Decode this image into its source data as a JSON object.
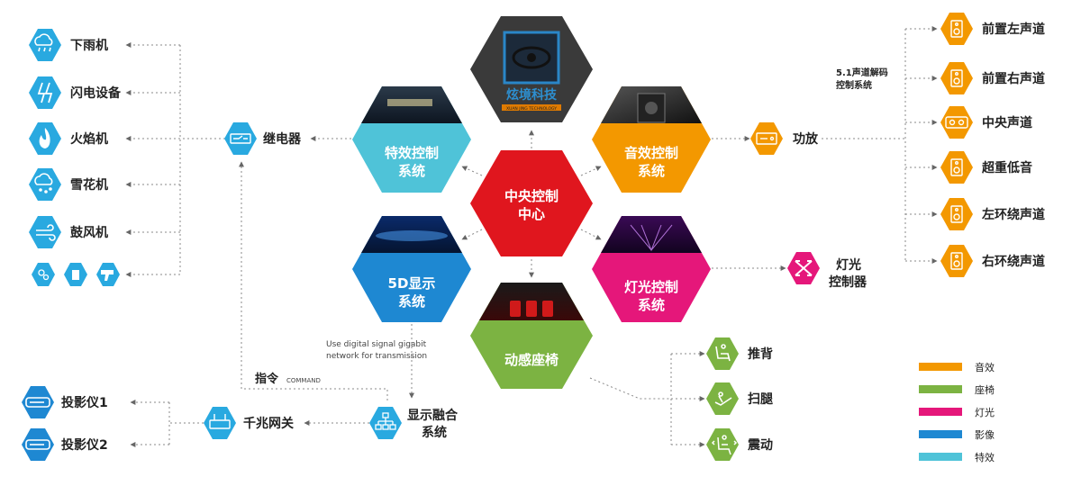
{
  "colors": {
    "audio": "#F39800",
    "seat": "#7CB342",
    "light": "#E5177A",
    "video": "#1E88D2",
    "effect": "#4FC3D8",
    "center": "#E0161E",
    "logo_bg": "#3A3A3A"
  },
  "hexes": {
    "logo": {
      "name": "炫境科技",
      "sub": "XUAN JING TECHNOLOGY"
    },
    "center": {
      "line1": "中央控制",
      "line2": "中心"
    },
    "effect": {
      "line1": "特效控制",
      "line2": "系统"
    },
    "audio": {
      "line1": "音效控制",
      "line2": "系统"
    },
    "display": {
      "line1": "5D显示",
      "line2": "系统"
    },
    "light": {
      "line1": "灯光控制",
      "line2": "系统"
    },
    "seat": {
      "line1": "动感座椅"
    }
  },
  "effects": {
    "items": [
      {
        "label": "下雨机",
        "icon": "rain-cloud-icon"
      },
      {
        "label": "闪电设备",
        "icon": "lightning-icon"
      },
      {
        "label": "火焰机",
        "icon": "flame-icon"
      },
      {
        "label": "雪花机",
        "icon": "snow-cloud-icon"
      },
      {
        "label": "鼓风机",
        "icon": "wind-icon"
      }
    ],
    "extra_icons": [
      "bubble-icon",
      "smoke-icon",
      "spray-gun-icon"
    ],
    "relay": {
      "label": "继电器",
      "icon": "relay-icon"
    }
  },
  "audio": {
    "amp": {
      "label": "功放",
      "icon": "amplifier-icon"
    },
    "decoder_label_line1": "5.1声道解码",
    "decoder_label_line2": "控制系统",
    "channels": [
      {
        "label": "前置左声道",
        "icon": "speaker-icon"
      },
      {
        "label": "前置右声道",
        "icon": "speaker-icon"
      },
      {
        "label": "中央声道",
        "icon": "center-speaker-icon"
      },
      {
        "label": "超重低音",
        "icon": "speaker-icon"
      },
      {
        "label": "左环绕声道",
        "icon": "speaker-icon"
      },
      {
        "label": "右环绕声道",
        "icon": "speaker-icon"
      }
    ]
  },
  "light": {
    "controller_line1": "灯光",
    "controller_line2": "控制器",
    "icon": "light-controller-icon"
  },
  "seat": {
    "items": [
      {
        "label": "推背",
        "icon": "seat-push-back-icon"
      },
      {
        "label": "扫腿",
        "icon": "seat-leg-sweep-icon"
      },
      {
        "label": "震动",
        "icon": "seat-vibration-icon"
      }
    ]
  },
  "display": {
    "fusion_line1": "显示融合",
    "fusion_line2": "系统",
    "fusion_icon": "network-tree-icon",
    "network_note_line1": "Use digital signal gigabit",
    "network_note_line2": "network for transmission",
    "command_cn": "指令",
    "command_en": "COMMAND",
    "switch": {
      "label": "千兆网关",
      "icon": "router-icon"
    },
    "projectors": [
      {
        "label": "投影仪1",
        "icon": "projector-icon"
      },
      {
        "label": "投影仪2",
        "icon": "projector-icon"
      }
    ]
  },
  "legend": [
    {
      "label": "音效",
      "color": "#F39800"
    },
    {
      "label": "座椅",
      "color": "#7CB342"
    },
    {
      "label": "灯光",
      "color": "#E5177A"
    },
    {
      "label": "影像",
      "color": "#1E88D2"
    },
    {
      "label": "特效",
      "color": "#4FC3D8"
    }
  ]
}
